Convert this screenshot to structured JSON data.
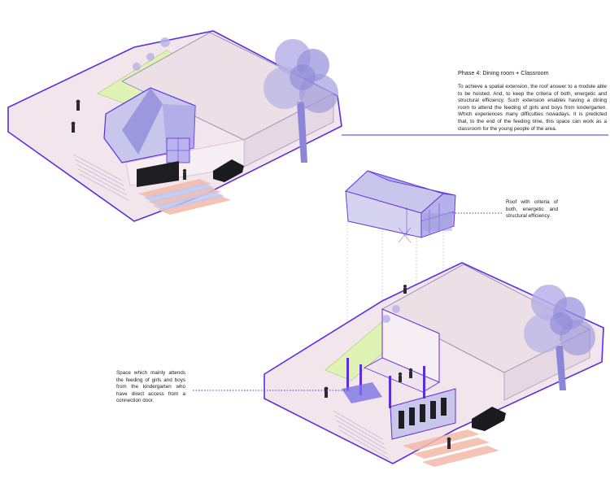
{
  "phase": {
    "title": "Phase 4: Dining room + Classroom",
    "description": "To achieve a spatial extension, the roof answer to a module able to be hoisted. And, to keep the criteria of both, energetic and structural efficiency. Such extension enables having a dining room to attend the feeding of girls and boys from kindergarten. Which experiences many difficulties nowadays. It is predicted that, to the end of the feeding time, this space can work as a classroom for the young people of the area."
  },
  "annotations": {
    "roof": "Roof with criteria of both, energetic and structural efficiency.",
    "space": "Space which mainly attends the feeding of girls and boys from the kindergarten who have direct access from a connection door."
  },
  "colors": {
    "outline": "#5a2fe0",
    "ground": "#f2e6ec",
    "roof": "#c9c6ec",
    "roof_dark": "#8e88d8",
    "garden": "#dff3b5",
    "tree": "#9b96dc",
    "stripes": "#f4b9a8"
  }
}
